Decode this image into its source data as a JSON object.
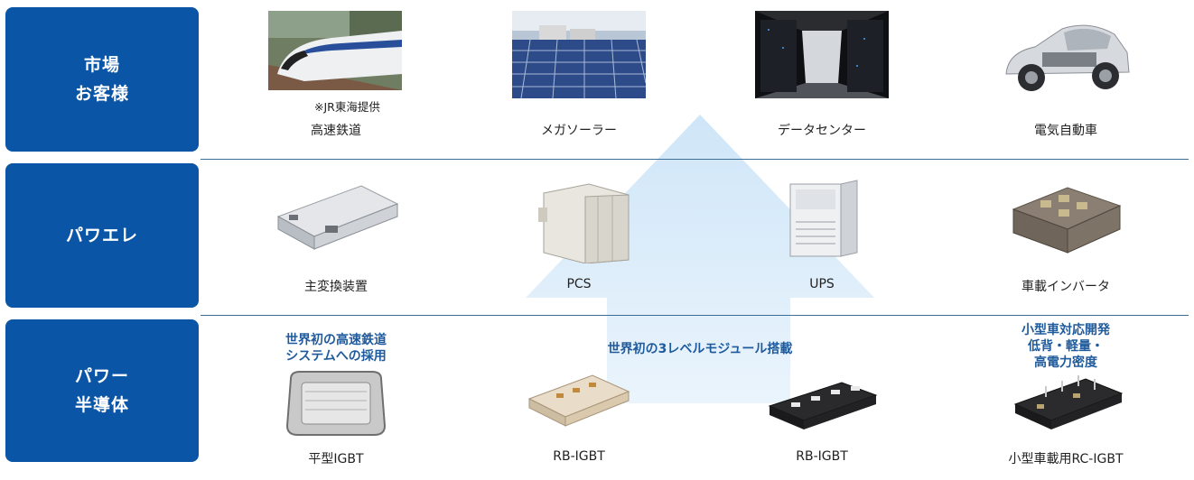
{
  "rows": [
    {
      "label_line1": "市場",
      "label_line2": "お客様"
    },
    {
      "label_line1": "パワエレ",
      "label_line2": ""
    },
    {
      "label_line1": "パワー",
      "label_line2": "半導体"
    }
  ],
  "market": {
    "items": [
      "高速鉄道",
      "メガソーラー",
      "データセンター",
      "電気自動車"
    ],
    "photo_credit": "※JR東海提供"
  },
  "power_electronics": {
    "items": [
      "主変換装置",
      "PCS",
      "UPS",
      "車載インバータ"
    ]
  },
  "semiconductor": {
    "items": [
      "平型IGBT",
      "RB-IGBT",
      "RB-IGBT",
      "小型車載用RC-IGBT"
    ],
    "feature_1_line1": "世界初の高速鉄道",
    "feature_1_line2": "システムへの採用",
    "feature_2": "世界初の3レベルモジュール搭載",
    "feature_3_line1": "小型車対応開発",
    "feature_3_line2": "低背・軽量・",
    "feature_3_line3": "高電力密度"
  },
  "colors": {
    "label_bg": "#0b55a6",
    "feature_text": "#1f5b9c",
    "arrow": "#d6ebf9"
  }
}
